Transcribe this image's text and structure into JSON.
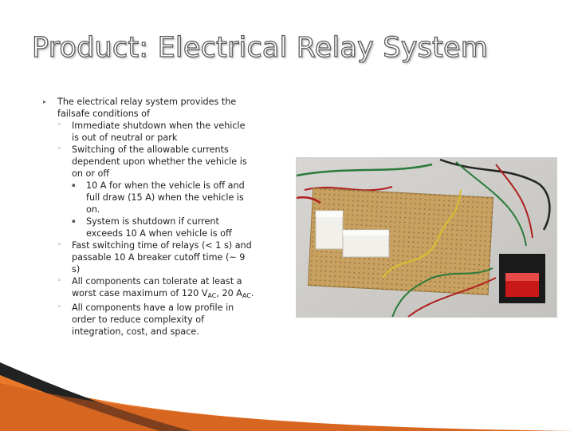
{
  "slide": {
    "title": "Product: Electrical Relay System",
    "bullets": {
      "main": "The electrical relay system provides the failsafe conditions of",
      "sub1": "Immediate shutdown when the vehicle is out of neutral or park",
      "sub2": "Switching of the allowable currents dependent upon whether the vehicle is on or off",
      "sub2a": "10 A for when the vehicle is off and full draw (15 A) when the vehicle is on.",
      "sub2b": "System is shutdown if current exceeds 10 A when vehicle is off",
      "sub3": "Fast switching time of relays (< 1 s) and passable 10 A breaker cutoff time (~ 9 s)",
      "sub4_prefix": "All components can tolerate at least a worst case maximum of 120 V",
      "sub4_v_sub": "AC",
      "sub4_mid": ", 20 A",
      "sub4_a_sub": "AC",
      "sub4_end": ".",
      "sub5": "All components have a low profile in order to reduce complexity of integration, cost, and space."
    },
    "bullet_glyphs": {
      "level1": "▸",
      "level2": "◦",
      "level3": "▪"
    }
  },
  "colors": {
    "title_fill": "#ffffff",
    "title_outline": "#5a5a5a",
    "footer_orange": "#e8782a",
    "footer_dark": "#222222",
    "board_tan": "#c8a060"
  },
  "photo": {
    "subject": "perfboard with two white relays, wires and red rocker switch"
  }
}
